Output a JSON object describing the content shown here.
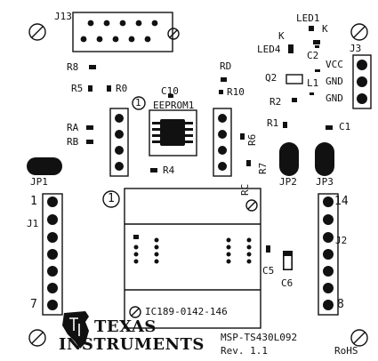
{
  "board": {
    "model": "MSP-TS430L092",
    "revision": "Rev. 1.1",
    "rohs": "RoHS",
    "manufacturer_line1": "Texas",
    "manufacturer_line2": "Instruments",
    "socket_label": "IC189-0142-146",
    "socket_pin1": "1",
    "colors": {
      "silkscreen": "#111111",
      "board": "#ffffff",
      "pad": "#111111"
    }
  },
  "designators": {
    "J13": "J13",
    "J1": "J1",
    "J2": "J2",
    "J3": "J3",
    "JP1": "JP1",
    "JP2": "JP2",
    "JP3": "JP3",
    "LED1": "LED1",
    "LED4": "LED4",
    "K1": "K",
    "K2": "K",
    "C1": "C1",
    "C2": "C2",
    "C5": "C5",
    "C6": "C6",
    "C10": "C10",
    "R0": "R0",
    "R1": "R1",
    "R2": "R2",
    "R4": "R4",
    "R5": "R5",
    "R6": "R6",
    "R7": "R7",
    "R8": "R8",
    "R10": "R10",
    "RA": "RA",
    "RB": "RB",
    "RC": "RC",
    "RD": "RD",
    "Q2": "Q2",
    "L1": "L1",
    "EEPROM1": "EEPROM1",
    "EEPROM_pin1": "1"
  },
  "j3_pins": [
    "VCC",
    "GND",
    "GND"
  ],
  "j1_pin_labels": {
    "first": "1",
    "last": "7"
  },
  "j2_pin_labels": {
    "first": "14",
    "last": "8"
  }
}
